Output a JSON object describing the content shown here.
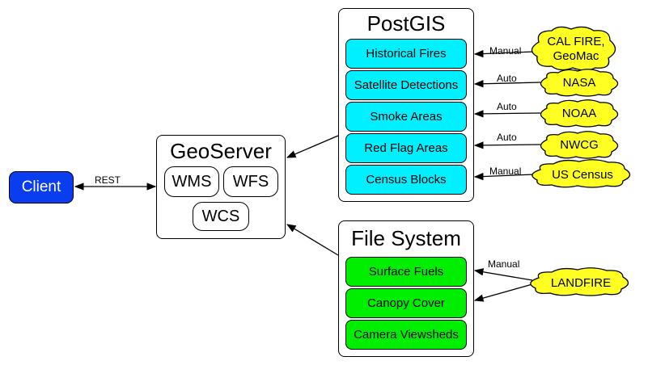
{
  "client": {
    "label": "Client"
  },
  "geoserver": {
    "title": "GeoServer",
    "services": [
      "WMS",
      "WFS",
      "WCS"
    ]
  },
  "postgis": {
    "title": "PostGIS",
    "layers": [
      "Historical Fires",
      "Satellite Detections",
      "Smoke Areas",
      "Red Flag Areas",
      "Census Blocks"
    ]
  },
  "filesystem": {
    "title": "File System",
    "layers": [
      "Surface Fuels",
      "Canopy Cover",
      "Camera Viewsheds"
    ]
  },
  "sources": [
    {
      "label": "CAL FIRE,\nGeoMac",
      "method": "Manual"
    },
    {
      "label": "NASA",
      "method": "Auto"
    },
    {
      "label": "NOAA",
      "method": "Auto"
    },
    {
      "label": "NWCG",
      "method": "Auto"
    },
    {
      "label": "US Census",
      "method": "Manual"
    },
    {
      "label": "LANDFIRE",
      "method": "Manual"
    }
  ],
  "edges": {
    "client_geoserver": "REST"
  },
  "colors": {
    "client": "#0a3cf0",
    "postgis_layer": "#00f0ff",
    "filesystem_layer": "#00ee00",
    "source_cloud": "#ffff22"
  }
}
